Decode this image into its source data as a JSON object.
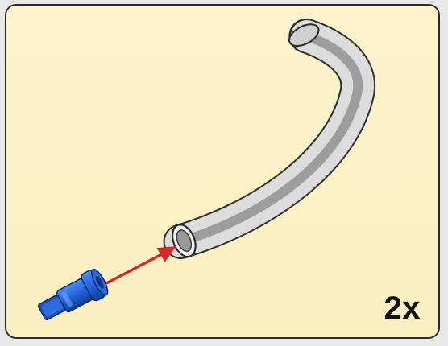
{
  "step": {
    "quantity_label": "2x"
  },
  "parts": {
    "hose_icon": "flexible-ribbed-hose",
    "connector_icon": "blue-pin-connector",
    "arrow_icon": "insertion-arrow"
  },
  "colors": {
    "panel_background": "#fdf1c8",
    "panel_border": "#2b2b2b",
    "connector_blue": "#1f5fd6",
    "arrow_red": "#d9262b",
    "hose_dark": "#3a3a3a",
    "hose_light": "#d9d9d9"
  }
}
